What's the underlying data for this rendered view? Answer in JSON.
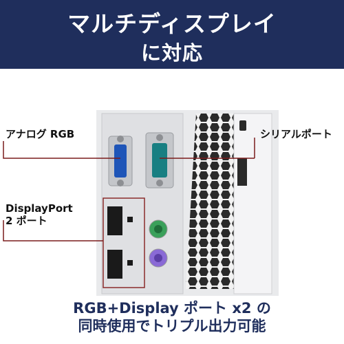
{
  "header": {
    "title_line1": "マルチディスプレイ",
    "title_line2": "に対応",
    "bg_color": "#1f2e5c"
  },
  "labels": {
    "analog_rgb": "アナログ RGB",
    "serial_port": "シリアルポート",
    "displayport_line1": "DisplayPort",
    "displayport_line2": "2 ポート"
  },
  "caption": {
    "line1": "RGB+Display ポート x2 の",
    "line2": "同時使用でトリプル出力可能",
    "color": "#1f2e5c"
  },
  "accent": {
    "leader_line": "#7a1b1b"
  }
}
